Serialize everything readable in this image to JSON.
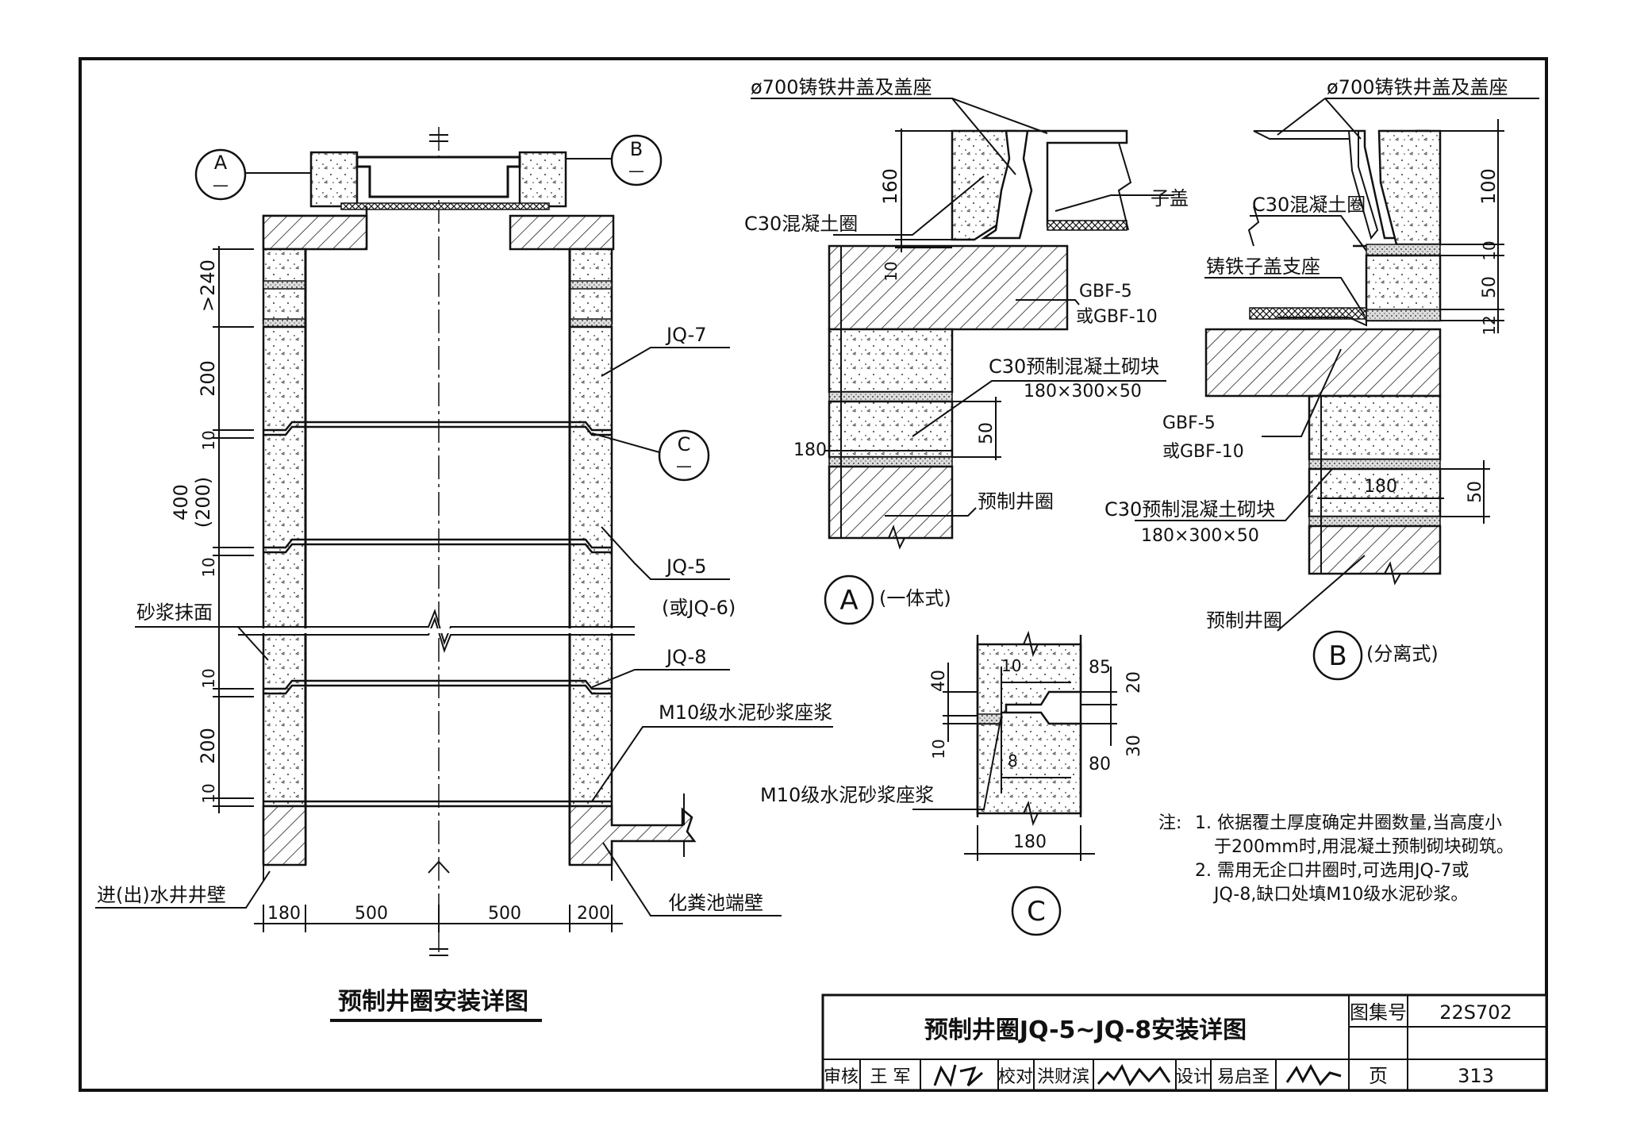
{
  "main_view": {
    "title": "预制井圈安装详图",
    "section_a": "A",
    "section_b": "B",
    "section_c": "C",
    "section_sub": "—",
    "dim_gt240": ">240",
    "dim_200_top": "200",
    "dim_10_a": "10",
    "dim_400": "400",
    "dim_400_alt": "(200)",
    "dim_10_b": "10",
    "dim_10_c": "10",
    "dim_200_bot": "200",
    "dim_10_d": "10",
    "dim_180": "180",
    "dim_500_left": "500",
    "dim_500_right": "500",
    "dim_200_right": "200",
    "label_jq7": "JQ-7",
    "label_jq5": "JQ-5",
    "label_jq6": "(或JQ-6)",
    "label_jq8": "JQ-8",
    "label_m10": "M10级水泥砂浆座浆",
    "label_mortar_face": "砂浆抹面",
    "label_inlet_wall": "进(出)水井井壁",
    "label_end_wall": "化粪池端壁"
  },
  "detail_a": {
    "cover_label": "ø700铸铁井盖及盖座",
    "dim_160": "160",
    "dim_10": "10",
    "ring_label": "C30混凝土圈",
    "sub_cover": "子盖",
    "gbf": "GBF-5",
    "gbf_alt": "或GBF-10",
    "block_label": "C30预制混凝土砌块",
    "block_size": "180×300×50",
    "dim_180": "180",
    "dim_50": "50",
    "precast_ring": "预制井圈",
    "caption_letter": "A",
    "caption_text": "(一体式)"
  },
  "detail_b": {
    "cover_label": "ø700铸铁井盖及盖座",
    "dim_100": "100",
    "ring_label": "C30混凝土圈",
    "dim_10": "10",
    "support_label": "铸铁子盖支座",
    "dim_50": "50",
    "dim_12": "12",
    "gbf": "GBF-5",
    "gbf_alt": "或GBF-10",
    "dim_180": "180",
    "dim_50b": "50",
    "block_label": "C30预制混凝土砌块",
    "block_size": "180×300×50",
    "precast_ring": "预制井圈",
    "caption_letter": "B",
    "caption_text": "(分离式)"
  },
  "detail_c": {
    "dim_40": "40",
    "dim_10a": "10",
    "dim_10b": "10",
    "dim_85": "85",
    "dim_20": "20",
    "dim_8": "8",
    "dim_80": "80",
    "dim_30": "30",
    "dim_180": "180",
    "mortar_label": "M10级水泥砂浆座浆",
    "caption_letter": "C"
  },
  "notes": {
    "prefix": "注:",
    "line1": "1. 依据覆土厚度确定井圈数量,当高度小",
    "line1b": "于200mm时,用混凝土预制砌块砌筑。",
    "line2": "2. 需用无企口井圈时,可选用JQ-7或",
    "line2b": "JQ-8,缺口处填M10级水泥砂浆。"
  },
  "title_block": {
    "drawing_title": "预制井圈JQ-5~JQ-8安装详图",
    "atlas_label": "图集号",
    "atlas_no": "22S702",
    "review_label": "审核",
    "reviewer": "王 军",
    "check_label": "校对",
    "checker": "洪财滨",
    "design_label": "设计",
    "designer": "易启圣",
    "page_label": "页",
    "page_no": "313"
  }
}
